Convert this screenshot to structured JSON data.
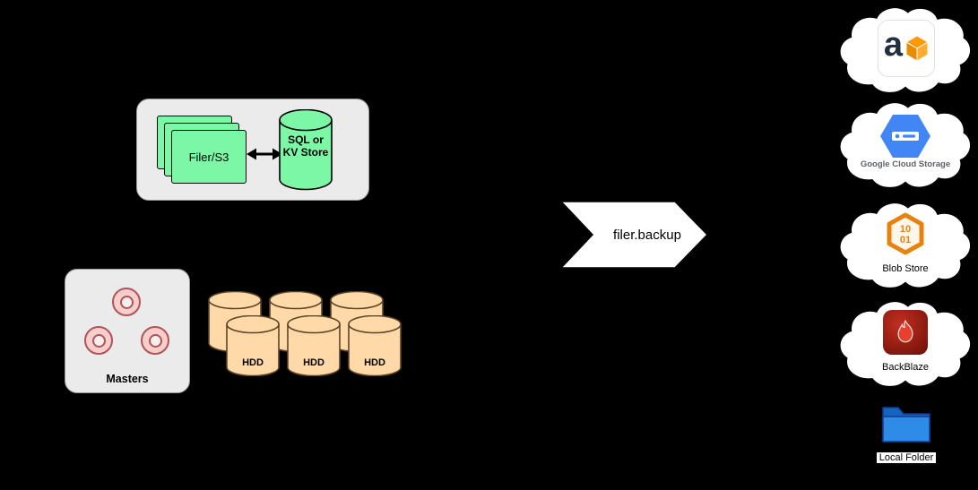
{
  "storage_box": {
    "stack_label": "Filer/S3",
    "db_label": "SQL or KV Store"
  },
  "masters_box": {
    "label": "Masters"
  },
  "hdd_cluster": {
    "labels": [
      "HDD",
      "HDD",
      "HDD"
    ]
  },
  "backup_arrow": {
    "label": "filer.backup"
  },
  "destinations": {
    "aws": {
      "icon": "aws-logo-icon",
      "letter": "a"
    },
    "gcs": {
      "icon": "google-cloud-storage-icon",
      "label": "Google Cloud Storage"
    },
    "azure_blob": {
      "icon": "azure-blob-icon",
      "label": "Blob Store",
      "digits_line1": "10",
      "digits_line2": "01"
    },
    "backblaze": {
      "icon": "backblaze-flame-icon",
      "label": "BackBlaze"
    },
    "local_folder": {
      "icon": "folder-icon",
      "label": "Local Folder"
    }
  },
  "colors": {
    "background": "#000000",
    "panel_gray": "#EBEBEB",
    "shape_green": "#7CF7A5",
    "cylinder_tan": "#FFD9A8",
    "master_pink": "#F8CECC",
    "master_pink_border": "#B05458",
    "aws_orange": "#FF9900",
    "gcp_blue": "#4285F4",
    "azure_orange": "#E8820E",
    "backblaze_red": "#8E1C13",
    "folder_blue": "#2E8BE6",
    "cloud_fill": "#FFFFFF"
  }
}
